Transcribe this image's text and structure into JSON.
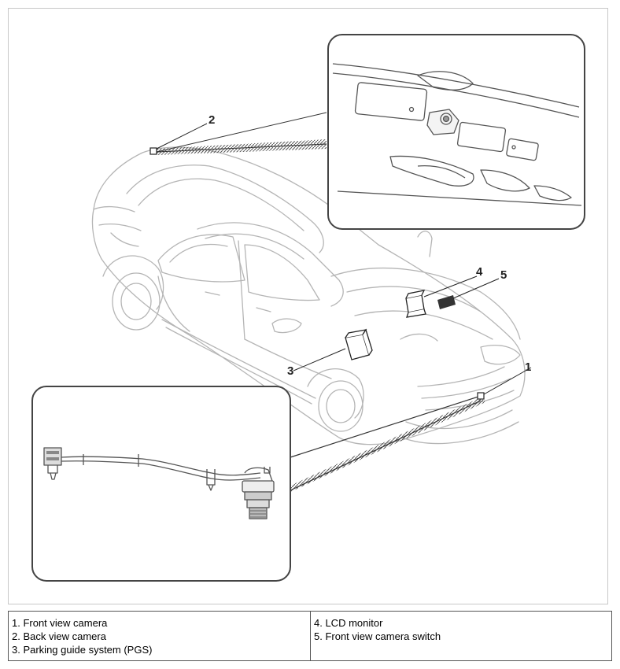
{
  "callouts": [
    "1",
    "2",
    "3",
    "4",
    "5"
  ],
  "legend": {
    "left": [
      "1. Front view camera",
      "2. Back view camera",
      "3. Parking guide system (PGS)"
    ],
    "right": [
      "4. LCD monitor",
      "5. Front view camera switch"
    ]
  }
}
